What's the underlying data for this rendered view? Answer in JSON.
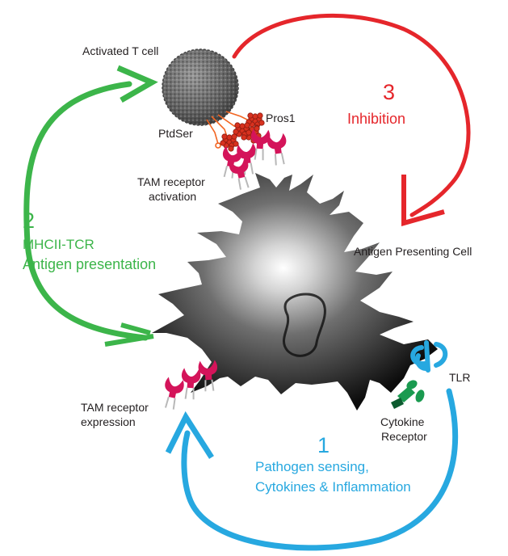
{
  "colors": {
    "green": "#3cb54a",
    "red": "#e5262b",
    "blue": "#27a8e0",
    "magenta": "#d4145a",
    "pros1": "#d8321f",
    "ptdser": "#f26522",
    "cell_dark": "#111111",
    "tcell": "#777777",
    "cytokine_receptor": "#1a9a50"
  },
  "labels": {
    "activated_t_cell": "Activated T cell",
    "pros1": "Pros1",
    "ptdser": "PtdSer",
    "tam_activation_line1": "TAM receptor",
    "tam_activation_line2": "activation",
    "apc": "Antigen Presenting Cell",
    "tlr": "TLR",
    "cytokine_line1": "Cytokine",
    "cytokine_line2": "Receptor",
    "tam_expression_line1": "TAM receptor",
    "tam_expression_line2": "expression"
  },
  "steps": {
    "step1": {
      "number": "1",
      "line1": "Pathogen sensing,",
      "line2": "Cytokines & Inflammation"
    },
    "step2": {
      "number": "2",
      "line1": "MHCII-TCR",
      "line2": "Antigen presentation"
    },
    "step3": {
      "number": "3",
      "line1": "Inhibition"
    }
  }
}
